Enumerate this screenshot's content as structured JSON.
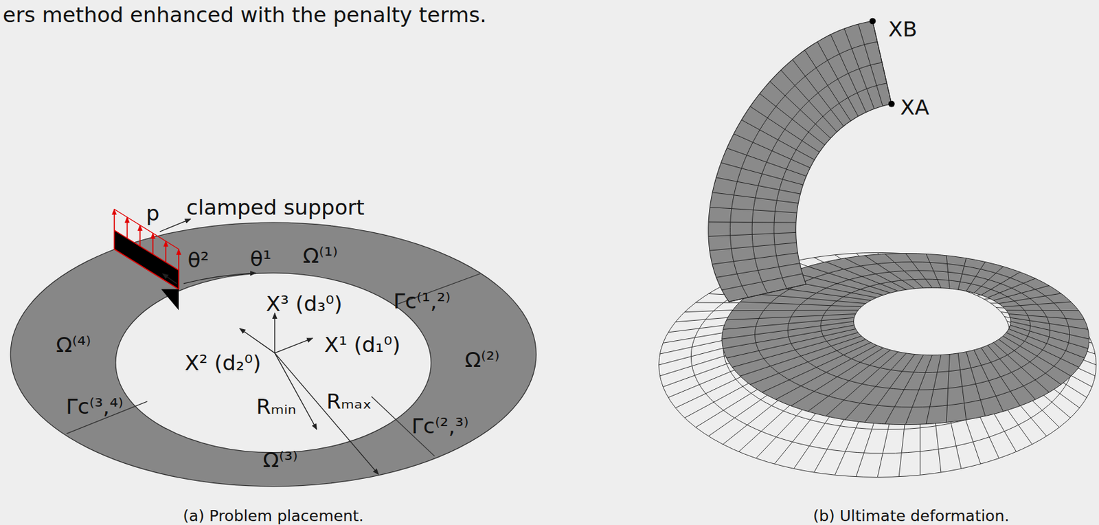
{
  "diagram": {
    "labels": [
      "ers method enhanced with the penalty terms.",
      "p",
      "clamped support",
      "θ²",
      "θ¹",
      "Ω⁽¹⁾",
      "Γc⁽¹,²⁾",
      "X³ (d₃⁰)",
      "X¹ (d₁⁰)",
      "Ω⁽²⁾",
      "Ω⁽⁴⁾",
      "X² (d₂⁰)",
      "Γc⁽³,⁴⁾",
      "Rₘᵢₙ",
      "Rₘₐₓ",
      "Γc⁽²,³⁾",
      "Ω⁽³⁾",
      "(a) Problem placement.",
      "XB",
      "XA",
      "(b) Ultimate deformation."
    ]
  }
}
